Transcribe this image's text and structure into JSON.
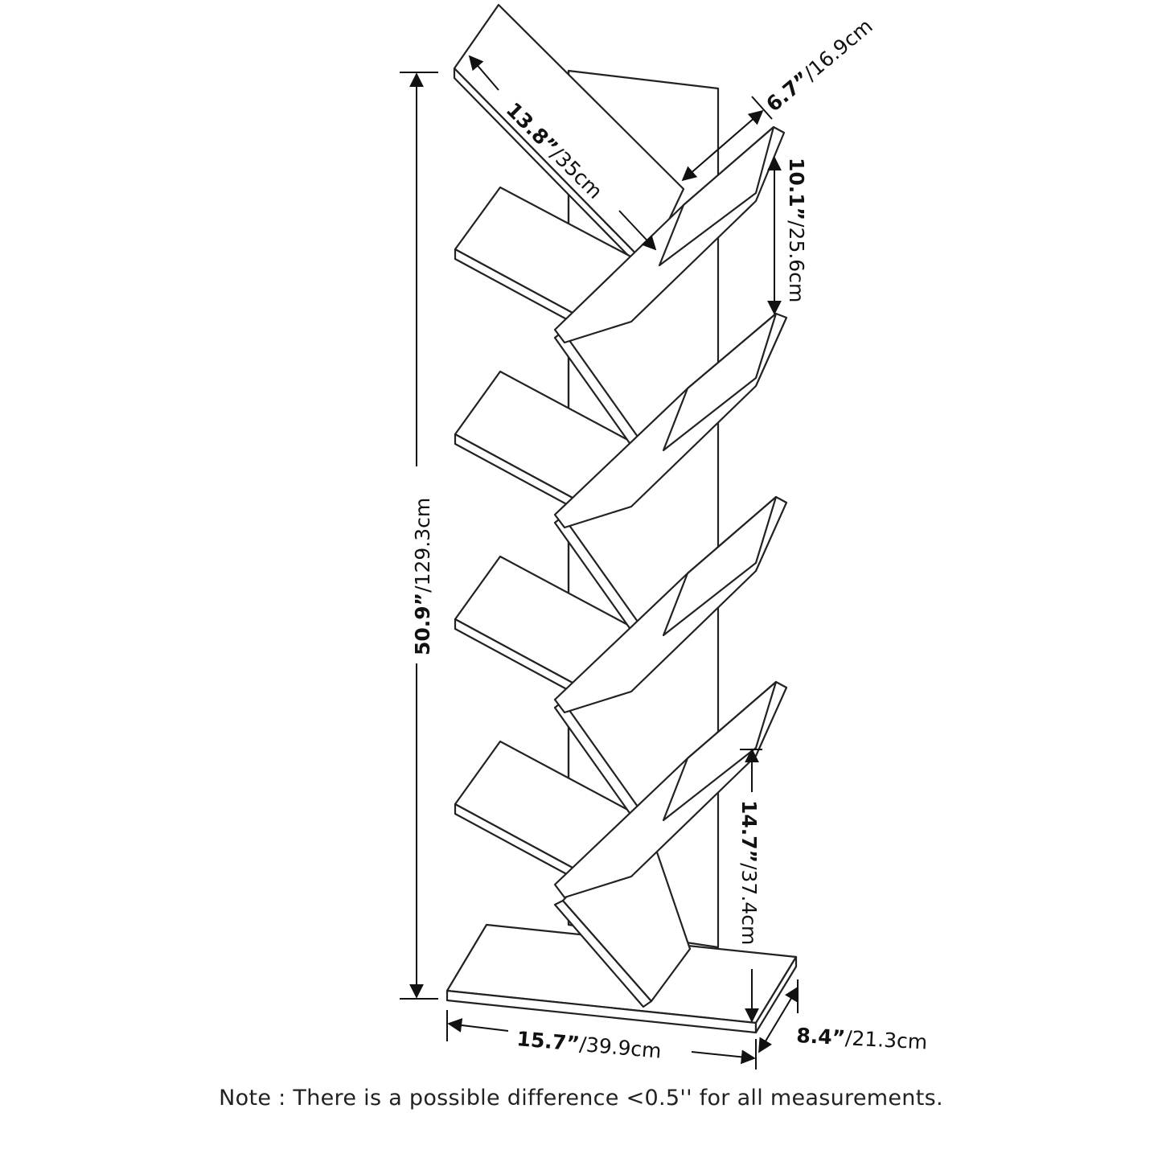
{
  "dimensions": {
    "height": {
      "imperial": "50.9”",
      "metric": "/129.3cm"
    },
    "shelf_length": {
      "imperial": "13.8”",
      "metric": "/35cm"
    },
    "shelf_depth": {
      "imperial": "6.7”",
      "metric": "/16.9cm"
    },
    "shelf_spacing": {
      "imperial": "10.1”",
      "metric": "/25.6cm"
    },
    "bottom_clearance": {
      "imperial": "14.7”",
      "metric": "/37.4cm"
    },
    "base_width": {
      "imperial": "15.7”",
      "metric": "/39.9cm"
    },
    "base_depth": {
      "imperial": "8.4”",
      "metric": "/21.3cm"
    }
  },
  "note": "Note : There is a possible difference <0.5'' for all measurements."
}
